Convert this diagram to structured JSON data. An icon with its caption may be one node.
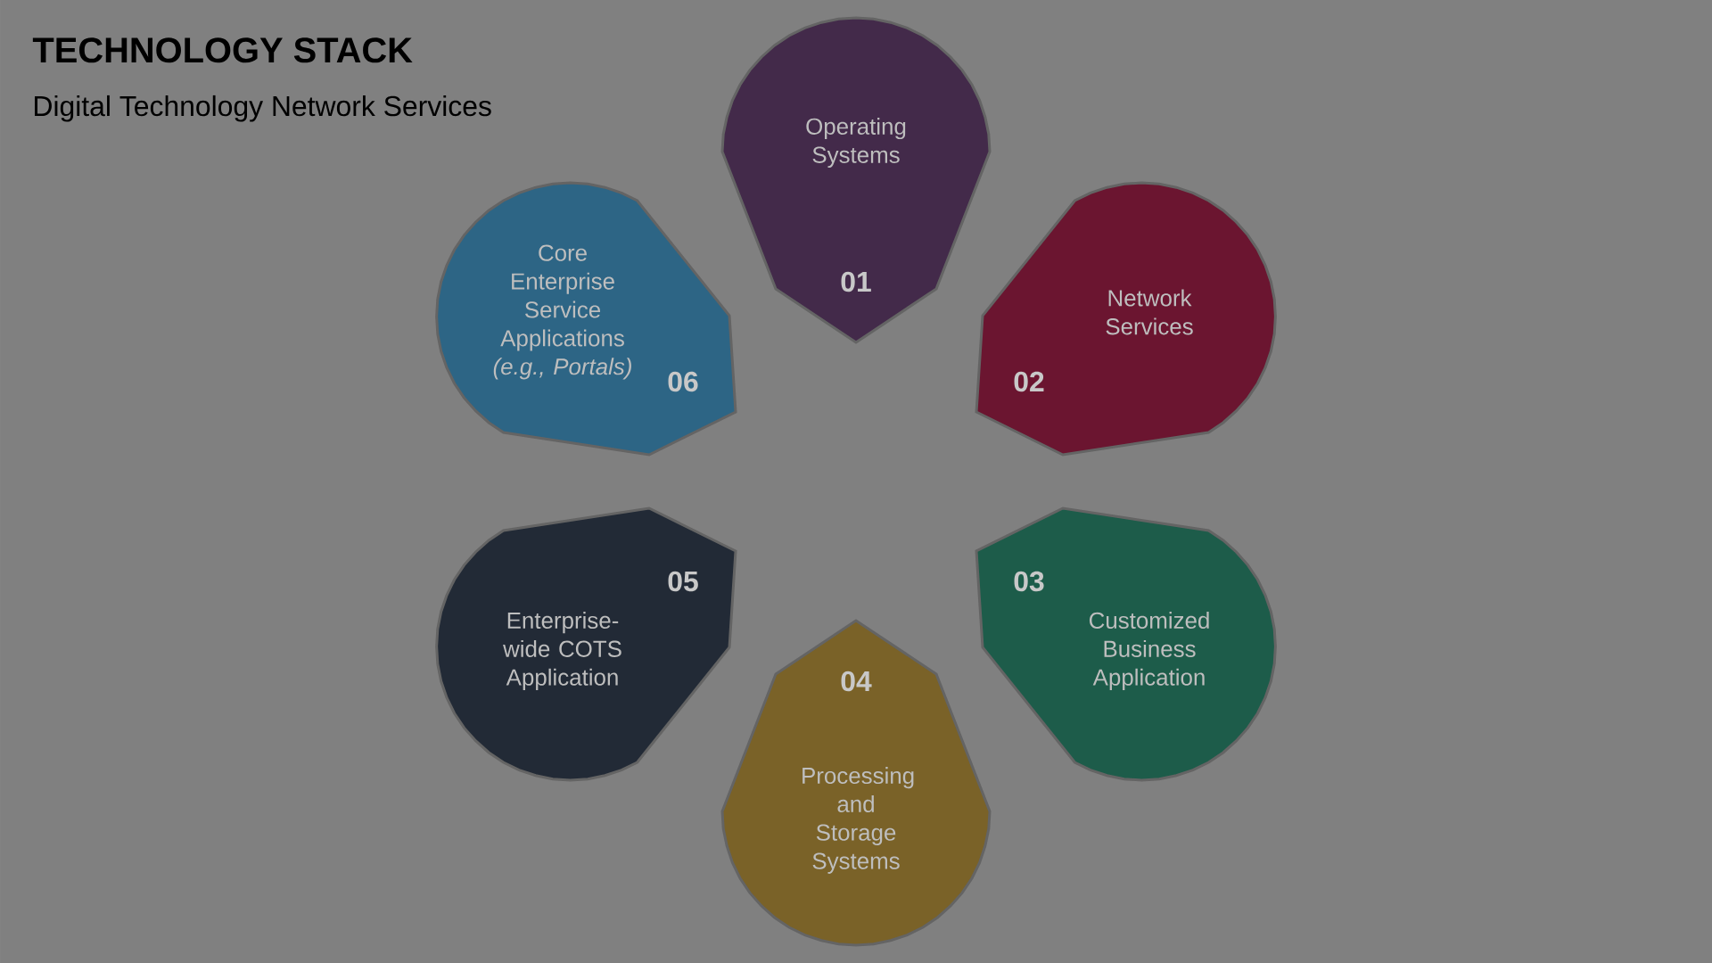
{
  "diagram": {
    "title": "TECHNOLOGY STACK",
    "caption": "Digital Technology Network Services",
    "nodes": [
      {
        "text": [
          "Operating Systems",
          "01"
        ]
      },
      {
        "text": [
          "Network Services",
          "02"
        ]
      },
      {
        "text": [
          "03",
          "Customized Business Application"
        ]
      },
      {
        "text": [
          "04",
          "Processing and Storage Systems"
        ]
      },
      {
        "text": [
          "05",
          "Enterprise-wide COTS Application"
        ]
      },
      {
        "text": [
          "Core Enterprise Service Applications *(e.g., Portals)*",
          "06"
        ]
      }
    ]
  }
}
